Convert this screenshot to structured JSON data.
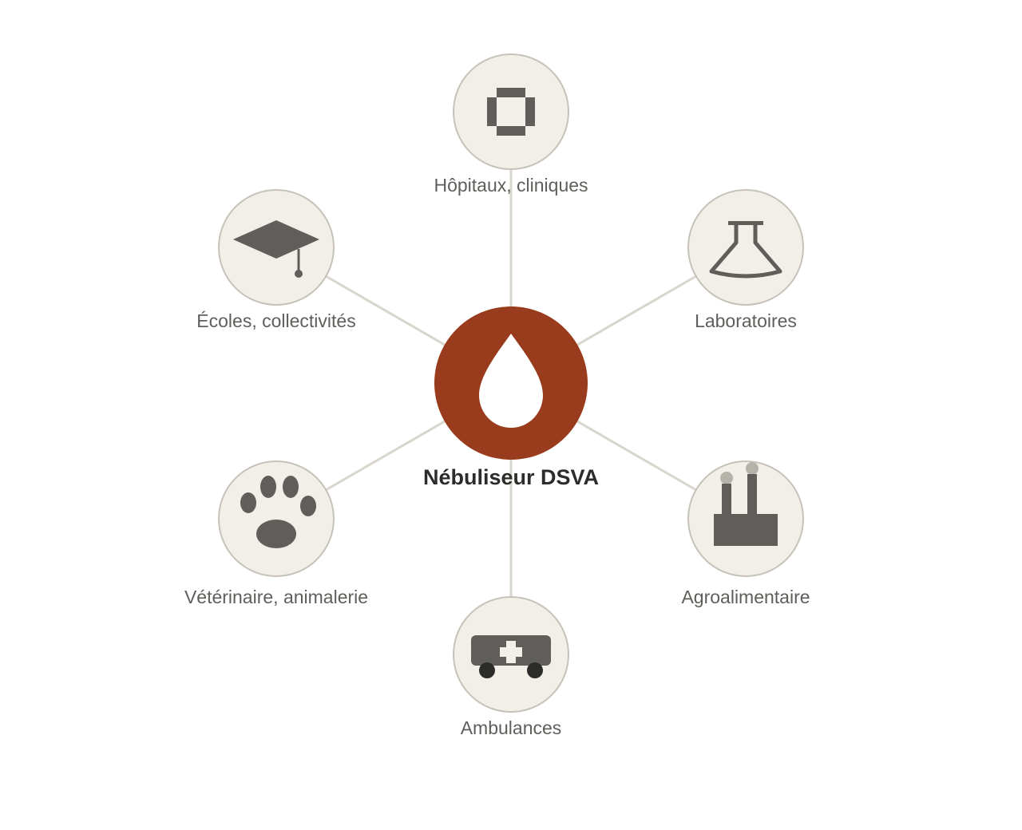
{
  "center": {
    "label": "Nébuliseur DSVA",
    "icon": "droplet-icon",
    "color": "#993c1d"
  },
  "nodes": [
    {
      "id": "hospitals",
      "label": "Hôpitaux, cliniques",
      "icon": "medical-cross-icon"
    },
    {
      "id": "laboratories",
      "label": "Laboratoires",
      "icon": "flask-icon"
    },
    {
      "id": "food-industry",
      "label": "Agroalimentaire",
      "icon": "factory-icon"
    },
    {
      "id": "ambulances",
      "label": "Ambulances",
      "icon": "ambulance-icon"
    },
    {
      "id": "veterinary",
      "label": "Vétérinaire, animalerie",
      "icon": "paw-icon"
    },
    {
      "id": "schools",
      "label": "Écoles, collectivités",
      "icon": "graduation-cap-icon"
    }
  ],
  "colors": {
    "node_fill": "#f1efe8",
    "node_border": "#c6c2b8",
    "spoke": "#d8d5cc",
    "icon": "#5f5e5a",
    "label": "#5f5e5a"
  }
}
